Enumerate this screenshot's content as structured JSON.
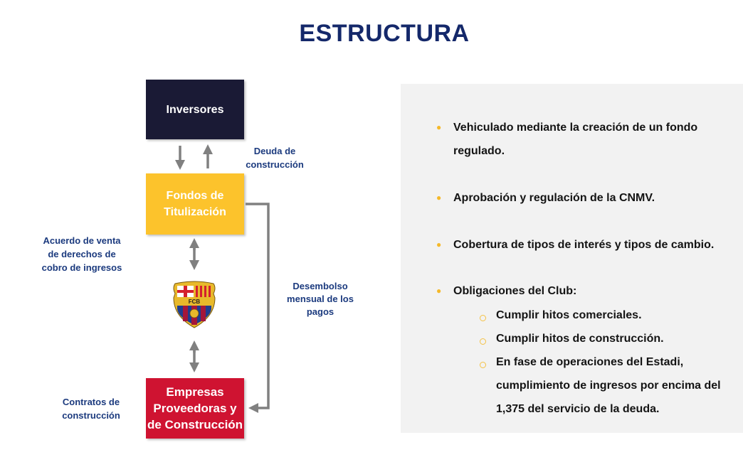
{
  "title": "ESTRUCTURA",
  "boxes": {
    "inversores": "Inversores",
    "fondos": [
      "Fondos de",
      "Titulización"
    ],
    "empresas": [
      "Empresas",
      "Proveedoras y",
      "de Construcción"
    ]
  },
  "labels": {
    "deuda": [
      "Deuda de",
      "construcción"
    ],
    "acuerdo": [
      "Acuerdo de venta",
      "de derechos de",
      "cobro de ingresos"
    ],
    "desembolso": [
      "Desembolso",
      "mensual de los",
      "pagos"
    ],
    "contratos": [
      "Contratos de",
      "construcción"
    ]
  },
  "logo": {
    "text": "FCB"
  },
  "colors": {
    "navy": "#14286a",
    "inversores": "#1a1a35",
    "fondos": "#fcc32c",
    "empresas": "#cf1331",
    "panel": "#f2f2f2"
  },
  "bullets": [
    {
      "lines": [
        "Vehiculado mediante la creación de un fondo",
        "regulado."
      ]
    },
    {
      "lines": [
        "Aprobación y regulación de la CNMV."
      ]
    },
    {
      "lines": [
        "Cobertura de tipos de interés y tipos de cambio."
      ]
    },
    {
      "lines": [
        "Obligaciones del Club:"
      ]
    }
  ],
  "sub_bullets": [
    {
      "lines": [
        "Cumplir hitos comerciales."
      ]
    },
    {
      "lines": [
        "Cumplir hitos de construcción."
      ]
    },
    {
      "lines": [
        "En fase de operaciones del Estadi,",
        "cumplimiento de ingresos por encima del",
        "1,375 del servicio de la deuda."
      ]
    }
  ]
}
